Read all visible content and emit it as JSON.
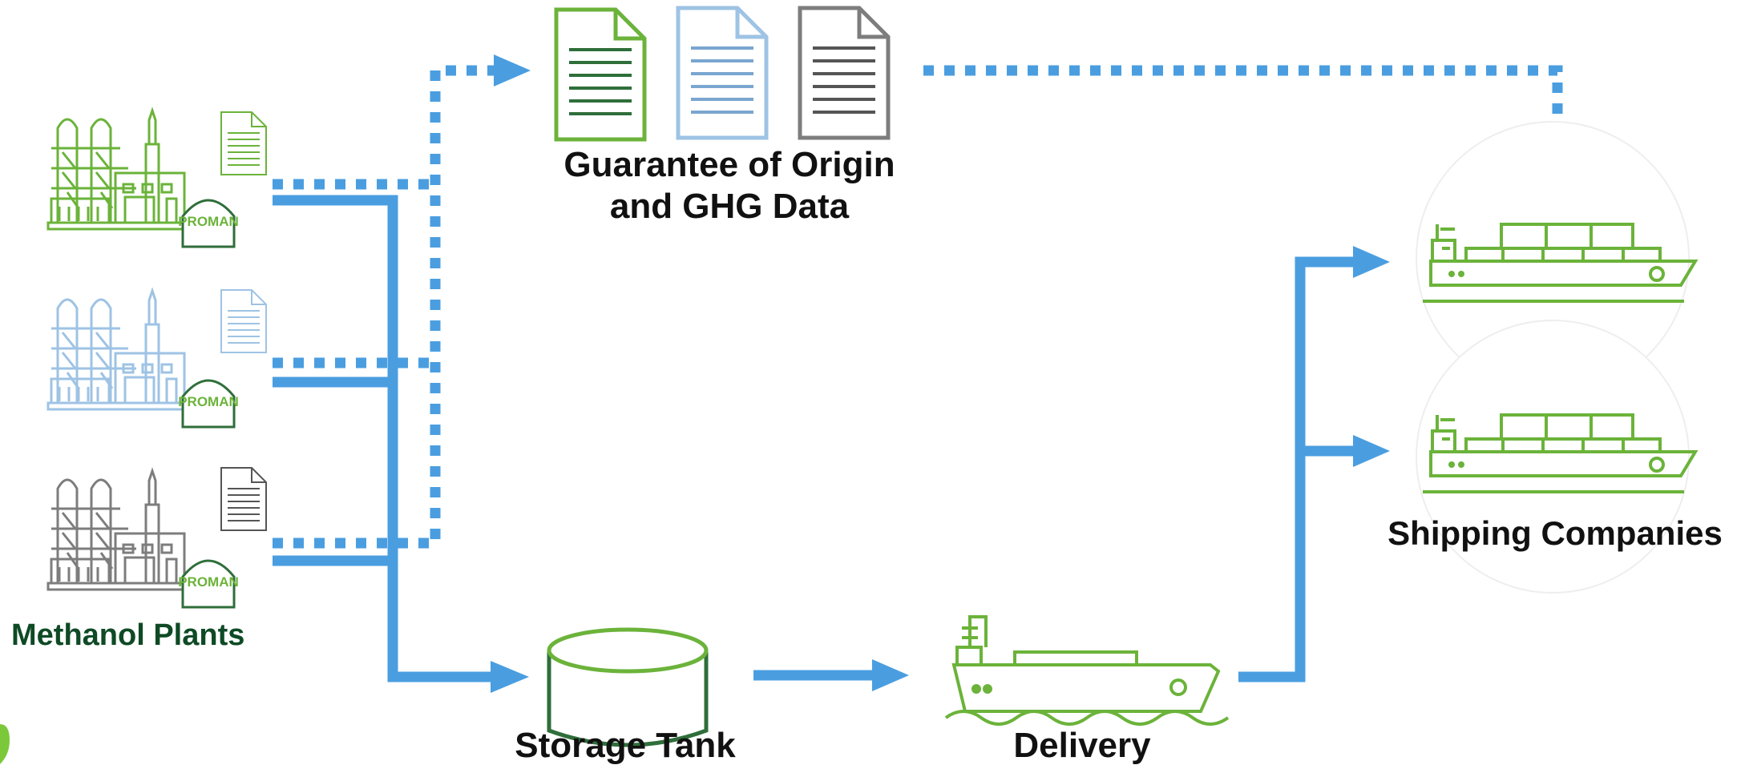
{
  "labels": {
    "plants": "Methanol Plants",
    "guarantee_line1": "Guarantee of Origin",
    "guarantee_line2": "and GHG Data",
    "storage": "Storage Tank",
    "delivery": "Delivery",
    "shipping": "Shipping Companies"
  },
  "plant_logo_text": "PROMAN",
  "colors": {
    "flow_blue": "#4a9ee0",
    "green": "#6bb33a",
    "dark_green": "#2f6e3a",
    "light_blue": "#9ec3e4",
    "gray": "#7d7d7d",
    "label_dark_green": "#0e4a25"
  }
}
